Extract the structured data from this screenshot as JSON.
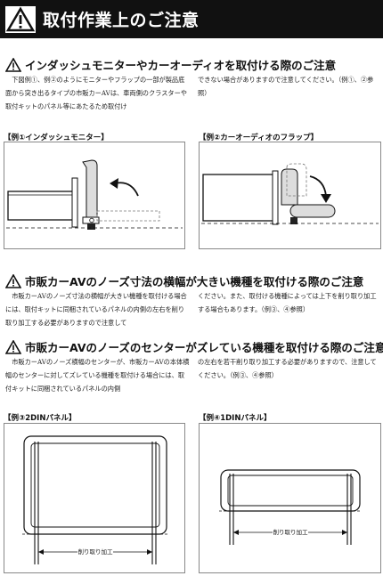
{
  "header": {
    "title": "取付作業上のご注意"
  },
  "sections": [
    {
      "title": "インダッシュモニターやカーオーディオを取付ける際のご注意",
      "col_left": "下図例①、例②のようにモニターやフラップの一部が製品底面から突き出るタイプの市販カーAVは、車両側のクラスターや取付キットのパネル等にあたるため取付け",
      "col_right": "できない場合がありますので注意してください。（例①、②参照）"
    },
    {
      "title": "市販カーAVのノーズ寸法の横幅が大きい機種を取付ける際のご注意",
      "col_left": "市販カーAVのノーズ寸法の横幅が大きい機種を取付ける場合には、取付キットに同梱されているパネルの内側の左右を削り取り加工する必要がありますので注意して",
      "col_right": "ください。また、取付ける機種によっては上下を削り取り加工する場合もあります。（例③、④参照）"
    },
    {
      "title": "市販カーAVのノーズのセンターがズレている機種を取付ける際のご注意",
      "col_left": "市販カーAVのノーズ横幅のセンターが、市販カーAVの本体横幅のセンターに対してズレている機種を取付ける場合には、取付キットに同梱されているパネルの内側",
      "col_right": "の左右を若干削り取り加工する必要がありますので、注意してください。（例③、④参照）"
    }
  ],
  "figures": {
    "ex1": {
      "caption": "【例①インダッシュモニター】"
    },
    "ex2": {
      "caption": "【例②カーオーディオのフラップ】"
    },
    "ex3": {
      "caption": "【例③2DINパネル】",
      "cut_label": "削り取り加工"
    },
    "ex4": {
      "caption": "【例④1DINパネル】",
      "cut_label": "削り取り加工"
    }
  }
}
